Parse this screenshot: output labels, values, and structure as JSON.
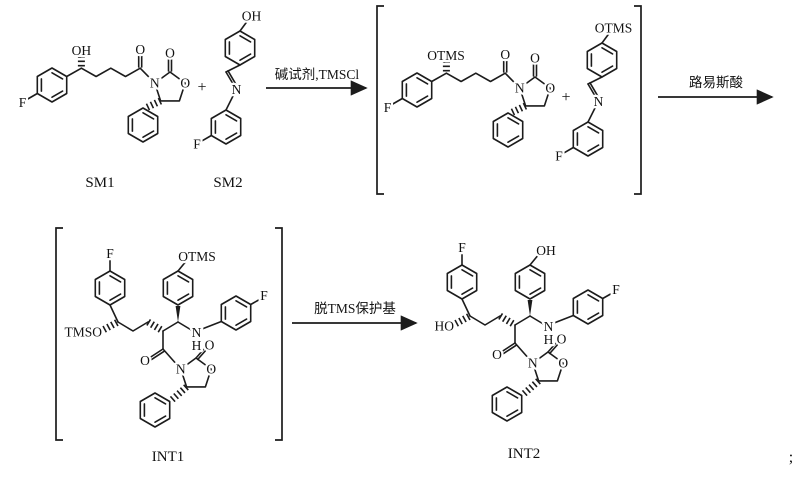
{
  "scheme": {
    "captions": {
      "sm1": "SM1",
      "sm2": "SM2",
      "int1": "INT1",
      "int2": "INT2"
    },
    "reagents": {
      "step1": "碱试剂,TMSCl",
      "step2": "路易斯酸",
      "step3": "脱TMS保护基"
    },
    "operators": {
      "plus1": "+",
      "plus2": "+",
      "terminator": ";"
    },
    "steps": [
      {
        "from": "SM1 + SM2",
        "arrow_label": "碱试剂,TMSCl",
        "to": "bracketed TMS-protected SM1 + TMS-protected SM2"
      },
      {
        "from": "bracketed TMS-protected SM1 + TMS-protected SM2",
        "arrow_label": "路易斯酸",
        "to": "INT1 (bracketed)"
      },
      {
        "from": "INT1 (bracketed)",
        "arrow_label": "脱TMS保护基",
        "to": "INT2"
      }
    ]
  },
  "atoms": {
    "sm1": {
      "hydroxyl": "OH",
      "acyl_o": "O",
      "oxa_co_o": "O",
      "oxa_n": "N",
      "oxa_ring_o": "O",
      "fluoro": "F"
    },
    "sm2": {
      "hydroxyl": "OH",
      "imine_n": "N",
      "fluoro": "F"
    },
    "sm1_tms": {
      "silyloxy": "OTMS",
      "acyl_o": "O",
      "oxa_co_o": "O",
      "oxa_n": "N",
      "oxa_ring_o": "O",
      "fluoro": "F"
    },
    "sm2_tms": {
      "silyloxy": "OTMS",
      "imine_n": "N",
      "fluoro": "F"
    },
    "int1": {
      "fluoro_left": "F",
      "silyloxy_top": "OTMS",
      "silyloxy_left": "TMSO",
      "fluoro_right": "F",
      "amine_n": "N",
      "amine_h": "H",
      "acyl_o": "O",
      "oxa_co_o": "O",
      "oxa_n": "N",
      "oxa_ring_o": "O"
    },
    "int2": {
      "fluoro_left": "F",
      "hydroxyl_top": "OH",
      "hydroxyl_left": "HO",
      "fluoro_right": "F",
      "amine_n": "N",
      "amine_h": "H",
      "acyl_o": "O",
      "oxa_co_o": "O",
      "oxa_n": "N",
      "oxa_ring_o": "O"
    }
  },
  "colors": {
    "ink": "#1c1c1c",
    "background": "#ffffff"
  }
}
